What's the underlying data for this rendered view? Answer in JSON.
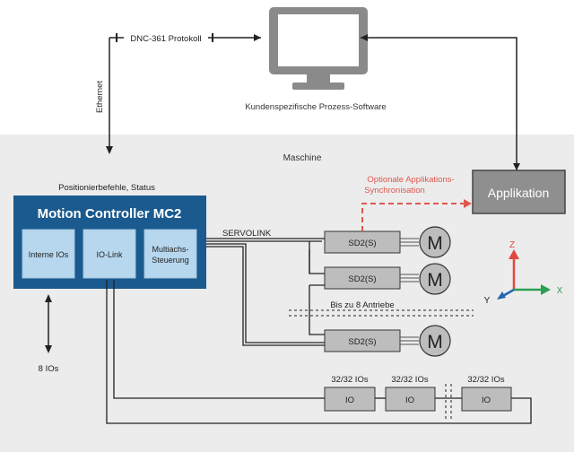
{
  "top": {
    "protocol_label": "DNC-361 Protokoll",
    "ethernet_label": "Ethernet",
    "software_label": "Kundenspezifische Prozess-Software",
    "monitor_icon": "monitor-icon"
  },
  "machine": {
    "title": "Maschine",
    "position_label": "Positionierbefehle, Status",
    "controller_title": "Motion Controller MC2",
    "modules": [
      "Interne IOs",
      "IO-Link",
      "Multiachs-",
      "Steuerung"
    ],
    "ios_label": "8 IOs",
    "servolink_label": "SERVOLINK",
    "application_label": "Applikation",
    "sync_line1": "Optionale Applikations-",
    "sync_line2": "Synchronisation",
    "drives": [
      "SD2(S)",
      "SD2(S)",
      "SD2(S)"
    ],
    "motor_letter": "M",
    "drives_note": "Bis zu 8 Antriebe",
    "io_headers": [
      "32/32 IOs",
      "32/32 IOs",
      "32/32 IOs"
    ],
    "io_boxes": [
      "IO",
      "IO",
      "IO"
    ],
    "axes": {
      "z": "Z",
      "x": "X",
      "y": "Y"
    }
  },
  "colors": {
    "controller_blue": "#1a5a8e",
    "module_blue": "#b7d7ee",
    "machine_bg": "#ececec",
    "box_gray": "#bdbdbd",
    "app_gray": "#8f8f8f",
    "sync_red": "#e0574f",
    "axis_red": "#e2483f",
    "axis_green": "#2aa052",
    "axis_blue": "#2166b0"
  }
}
